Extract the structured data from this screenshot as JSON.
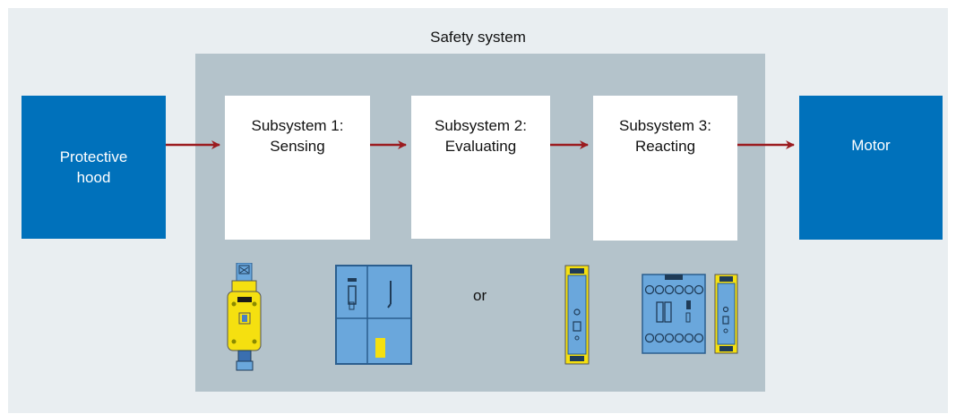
{
  "title": "Safety system",
  "inputs": {
    "protective_hood": "Protective\nhood"
  },
  "outputs": {
    "motor": "Motor"
  },
  "subsystems": [
    {
      "line1": "Subsystem 1:",
      "line2": "Sensing"
    },
    {
      "line1": "Subsystem 2:",
      "line2": "Evaluating"
    },
    {
      "line1": "Subsystem 3:",
      "line2": "Reacting"
    }
  ],
  "separator": "or",
  "colors": {
    "blue": "#0071bb",
    "arrow": "#9b1b1f",
    "system_bg": "#b4c3cb",
    "outer_bg": "#e9eef1",
    "device_yellow": "#f5e010",
    "device_blue": "#6aa7dc"
  },
  "icons": [
    "safety-position-switch-icon",
    "safety-controller-icon",
    "safety-relay-icon",
    "contactor-icon",
    "safety-relay-icon"
  ]
}
